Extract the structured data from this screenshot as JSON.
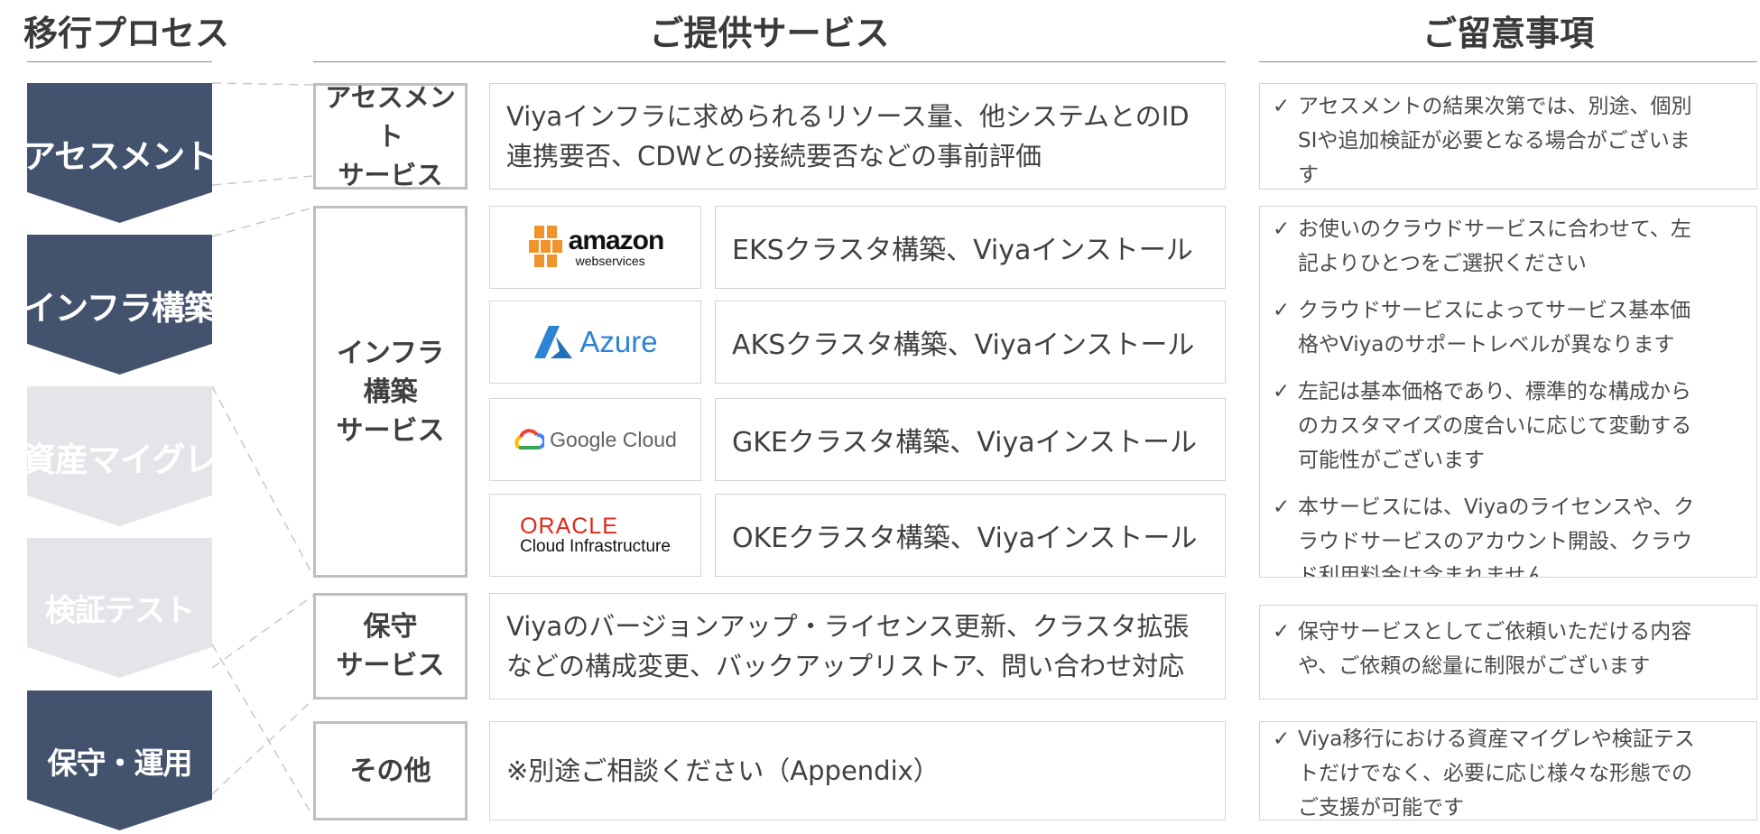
{
  "headers": {
    "process": "移行プロセス",
    "services": "ご提供サービス",
    "notes": "ご留意事項"
  },
  "process_steps": [
    {
      "label": "アセスメント",
      "state": "active"
    },
    {
      "label": "インフラ構築",
      "state": "active"
    },
    {
      "label": "資産マイグレ",
      "state": "inactive"
    },
    {
      "label": "検証テスト",
      "state": "inactive"
    },
    {
      "label": "保守・運用",
      "state": "active"
    }
  ],
  "services": {
    "assessment": {
      "name_line1": "アセスメント",
      "name_line2": "サービス",
      "desc_line1": "Viyaインフラに求められるリソース量、他システムとのID",
      "desc_line2": "連携要否、CDWとの接続要否などの事前評価"
    },
    "infra": {
      "name_line1": "インフラ",
      "name_line2": "構築",
      "name_line3": "サービス",
      "providers": [
        {
          "logo": "aws-logo",
          "logo_text1": "amazon",
          "logo_text2": "webservices",
          "desc": "EKSクラスタ構築、Viyaインストール"
        },
        {
          "logo": "azure-logo",
          "logo_text1": "Azure",
          "desc": "AKSクラスタ構築、Viyaインストール"
        },
        {
          "logo": "google-cloud-logo",
          "logo_text1": "Google Cloud",
          "desc": "GKEクラスタ構築、Viyaインストール"
        },
        {
          "logo": "oracle-logo",
          "logo_text1": "ORACLE",
          "logo_text2": "Cloud Infrastructure",
          "desc": "OKEクラスタ構築、Viyaインストール"
        }
      ]
    },
    "maintenance": {
      "name_line1": "保守",
      "name_line2": "サービス",
      "desc_line1": "Viyaのバージョンアップ・ライセンス更新、クラスタ拡張",
      "desc_line2": "などの構成変更、バックアップリストア、問い合わせ対応"
    },
    "other": {
      "name": "その他",
      "desc": "※別途ご相談ください（Appendix）"
    }
  },
  "notes": {
    "check_mark": "✓",
    "assessment": [
      [
        "アセスメントの結果次第では、別途、個別",
        "SIや追加検証が必要となる場合がございま",
        "す"
      ]
    ],
    "infra": [
      [
        "お使いのクラウドサービスに合わせて、左",
        "記よりひとつをご選択ください"
      ],
      [
        "クラウドサービスによってサービス基本価",
        "格やViyaのサポートレベルが異なります"
      ],
      [
        "左記は基本価格であり、標準的な構成から",
        "のカスタマイズの度合いに応じて変動する",
        "可能性がございます"
      ],
      [
        "本サービスには、Viyaのライセンスや、ク",
        "ラウドサービスのアカウント開設、クラウ",
        "ド利用料金は含まれません"
      ]
    ],
    "maintenance": [
      [
        "保守サービスとしてご依頼いただける内容",
        "や、ご依頼の総量に制限がございます"
      ]
    ],
    "other": [
      [
        "Viya移行における資産マイグレや検証テス",
        "トだけでなく、必要に応じ様々な形態での",
        "ご支援が可能です"
      ]
    ]
  },
  "colors": {
    "dark_step": "#44536d",
    "inactive_step": "#e3e5e9",
    "aws_orange": "#f0932a",
    "azure_blue": "#2e84d4",
    "oracle_red": "#e0261b"
  }
}
